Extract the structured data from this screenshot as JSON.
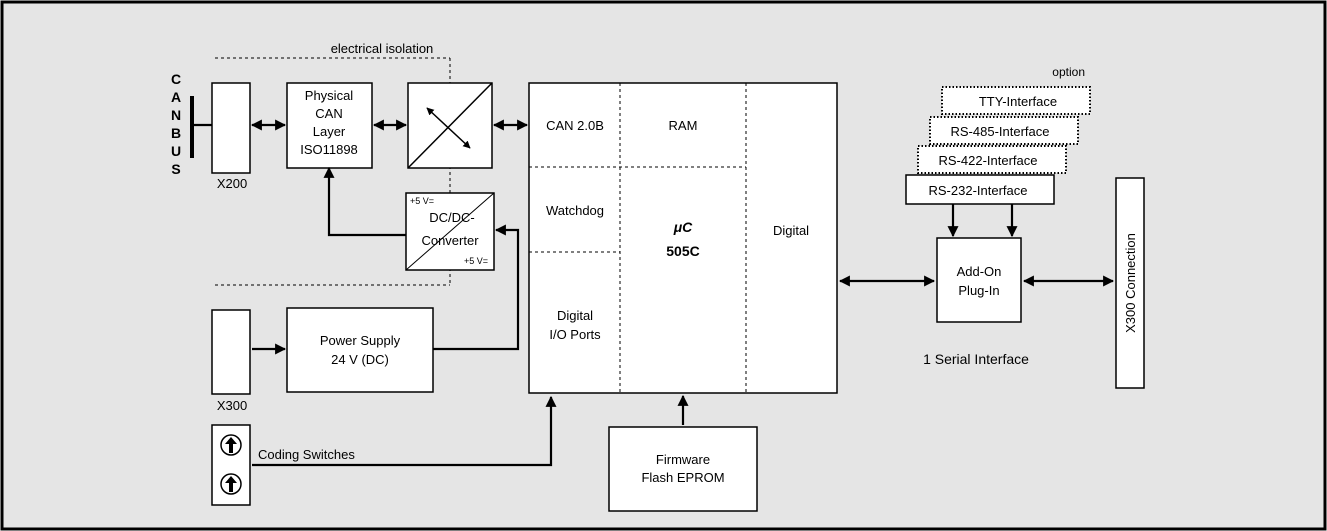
{
  "isolation_label": "electrical isolation",
  "canbus_letters": [
    "C",
    "A",
    "N",
    "B",
    "U",
    "S"
  ],
  "x200_label": "X200",
  "x300_label": "X300",
  "physical_can": [
    "Physical",
    "CAN",
    "Layer",
    "ISO11898"
  ],
  "dcdc": {
    "top_note": "+5 V=",
    "line1": "DC/DC-",
    "line2": "Converter",
    "bottom_note": "+5 V="
  },
  "power_supply": [
    "Power Supply",
    "24 V (DC)"
  ],
  "coding_switches": "Coding Switches",
  "mcu": {
    "can": "CAN 2.0B",
    "ram": "RAM",
    "watchdog": "Watchdog",
    "uc_line1": "μC",
    "uc_line2": "505C",
    "digital": "Digital",
    "io": [
      "Digital",
      "I/O Ports"
    ]
  },
  "firmware": [
    "Firmware",
    "Flash EPROM"
  ],
  "option_label": "option",
  "interfaces": [
    "TTY-Interface",
    "RS-485-Interface",
    "RS-422-Interface",
    "RS-232-Interface"
  ],
  "addon": [
    "Add-On",
    "Plug-In"
  ],
  "serial_label": "1 Serial Interface",
  "x300_connection": "X300 Connection"
}
